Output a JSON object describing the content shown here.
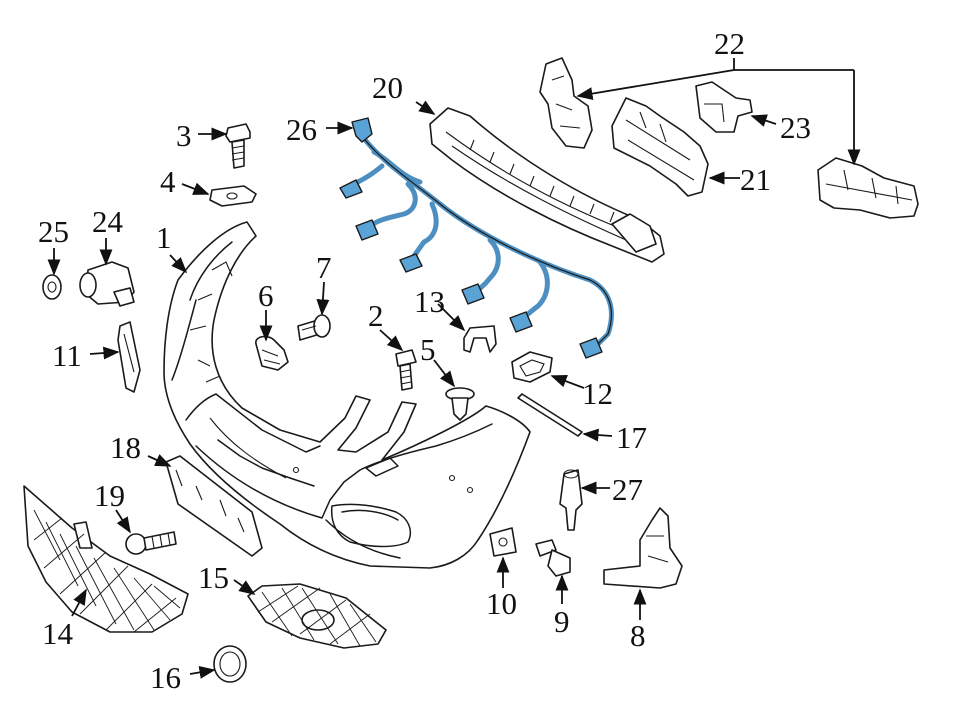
{
  "diagram": {
    "callouts": [
      {
        "id": "1",
        "text": "1"
      },
      {
        "id": "2",
        "text": "2"
      },
      {
        "id": "3",
        "text": "3"
      },
      {
        "id": "4",
        "text": "4"
      },
      {
        "id": "5",
        "text": "5"
      },
      {
        "id": "6",
        "text": "6"
      },
      {
        "id": "7",
        "text": "7"
      },
      {
        "id": "8",
        "text": "8"
      },
      {
        "id": "9",
        "text": "9"
      },
      {
        "id": "10",
        "text": "10"
      },
      {
        "id": "11",
        "text": "11"
      },
      {
        "id": "12",
        "text": "12"
      },
      {
        "id": "13",
        "text": "13"
      },
      {
        "id": "14",
        "text": "14"
      },
      {
        "id": "15",
        "text": "15"
      },
      {
        "id": "16",
        "text": "16"
      },
      {
        "id": "17",
        "text": "17"
      },
      {
        "id": "18",
        "text": "18"
      },
      {
        "id": "19",
        "text": "19"
      },
      {
        "id": "20",
        "text": "20"
      },
      {
        "id": "21",
        "text": "21"
      },
      {
        "id": "22",
        "text": "22"
      },
      {
        "id": "23",
        "text": "23"
      },
      {
        "id": "24",
        "text": "24"
      },
      {
        "id": "25",
        "text": "25"
      },
      {
        "id": "26",
        "text": "26"
      },
      {
        "id": "27",
        "text": "27"
      }
    ],
    "colors": {
      "line": "#1a1a1a",
      "wire_harness": "#4c8fc0",
      "connector": "#5aa3d6",
      "background": "#ffffff"
    }
  }
}
